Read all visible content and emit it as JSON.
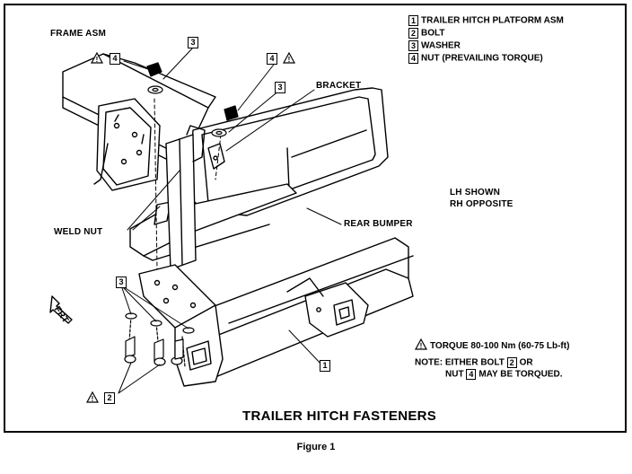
{
  "legend": [
    {
      "num": "1",
      "text": "TRAILER HITCH PLATFORM ASM"
    },
    {
      "num": "2",
      "text": "BOLT"
    },
    {
      "num": "3",
      "text": "WASHER"
    },
    {
      "num": "4",
      "text": "NUT (PREVAILING TORQUE)"
    }
  ],
  "labels": {
    "frame_asm": "FRAME ASM",
    "bracket": "BRACKET",
    "weld_nut": "WELD NUT",
    "rear_bumper": "REAR BUMPER",
    "frt": "FRT",
    "lh_shown": "LH SHOWN",
    "rh_opposite": "RH OPPOSITE"
  },
  "callouts": {
    "c3_top": "3",
    "c4_left": "4",
    "c4_right": "4",
    "c3_bracket": "3",
    "c3_bottom": "3",
    "c2_bottom": "2",
    "c1": "1"
  },
  "notes": {
    "torque": "TORQUE 80-100 Nm (60-75 Lb-ft)",
    "note_line1_a": "NOTE: EITHER BOLT",
    "note_line1_num": "2",
    "note_line1_b": "OR",
    "note_line2_a": "NUT",
    "note_line2_num": "4",
    "note_line2_b": "MAY BE TORQUED."
  },
  "title": "TRAILER HITCH FASTENERS",
  "figure_caption": "Figure 1"
}
